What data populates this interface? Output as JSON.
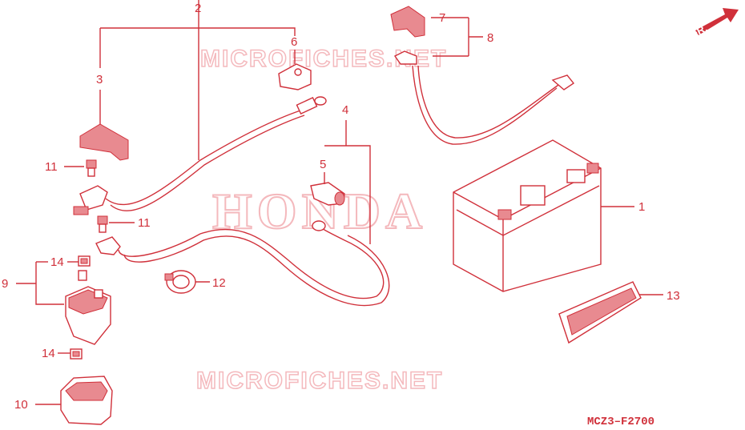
{
  "watermarks": {
    "brand": "HONDA",
    "site_top": "MICROFICHES.NET",
    "site_bottom": "MICROFICHES.NET"
  },
  "direction_label": "FR.",
  "diagram_code": "MCZ3–F2700",
  "callouts": {
    "c1": "1",
    "c2": "2",
    "c3": "3",
    "c4": "4",
    "c5": "5",
    "c6": "6",
    "c7": "7",
    "c8": "8",
    "c9": "9",
    "c10": "10",
    "c11a": "11",
    "c11b": "11",
    "c12": "12",
    "c13": "13",
    "c14a": "14",
    "c14b": "14"
  },
  "colors": {
    "line": "#d0303a",
    "watermark": "#f4b9bd"
  }
}
